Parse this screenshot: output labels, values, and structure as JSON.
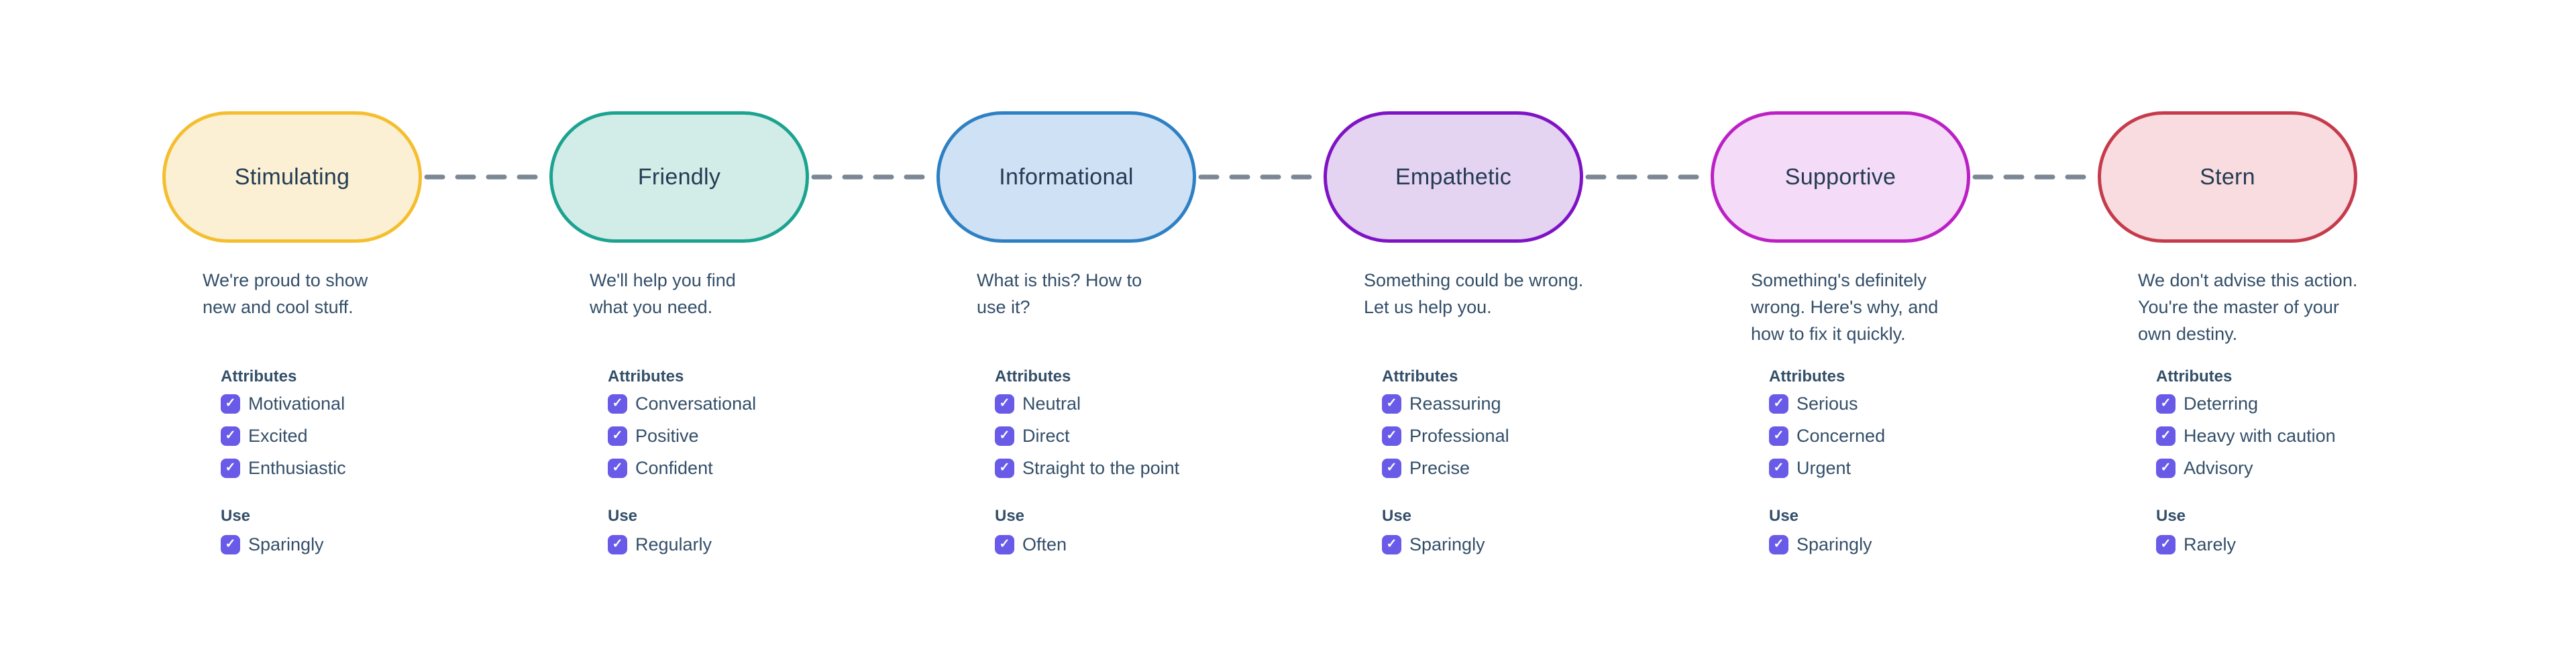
{
  "diagram": {
    "background": "#FFFFFF",
    "connector_color": "#7B8794",
    "checkbox_color": "#6A5AE8",
    "title_color": "#243B53",
    "text_color": "#334E68",
    "icons": {
      "check": "✓"
    },
    "labels": {
      "attributes": "Attributes",
      "use": "Use"
    },
    "columns": [
      {
        "title": "Stimulating",
        "border_color": "#F5BE2E",
        "fill_color": "#FBF0D3",
        "description_lines": [
          "We're proud to show",
          "new and cool stuff."
        ],
        "attributes": [
          {
            "label": "Motivational",
            "checked": true
          },
          {
            "label": "Excited",
            "checked": true
          },
          {
            "label": "Enthusiastic",
            "checked": true
          }
        ],
        "use": {
          "label": "Sparingly",
          "checked": true
        }
      },
      {
        "title": "Friendly",
        "border_color": "#1CA390",
        "fill_color": "#D2ECE8",
        "description_lines": [
          "We'll help you find",
          "what you need."
        ],
        "attributes": [
          {
            "label": "Conversational",
            "checked": true
          },
          {
            "label": "Positive",
            "checked": true
          },
          {
            "label": "Confident",
            "checked": true
          }
        ],
        "use": {
          "label": "Regularly",
          "checked": true
        }
      },
      {
        "title": "Informational",
        "border_color": "#2E80C4",
        "fill_color": "#CFE1F4",
        "description_lines": [
          "What is this? How to",
          "use it?"
        ],
        "attributes": [
          {
            "label": "Neutral",
            "checked": true
          },
          {
            "label": "Direct",
            "checked": true
          },
          {
            "label": "Straight to the point",
            "checked": true
          }
        ],
        "use": {
          "label": "Often",
          "checked": true
        }
      },
      {
        "title": "Empathetic",
        "border_color": "#7E13C6",
        "fill_color": "#E5D3F2",
        "description_lines": [
          "Something could be wrong.",
          "Let us help you."
        ],
        "attributes": [
          {
            "label": "Reassuring",
            "checked": true
          },
          {
            "label": "Professional",
            "checked": true
          },
          {
            "label": "Precise",
            "checked": true
          }
        ],
        "use": {
          "label": "Sparingly",
          "checked": true
        }
      },
      {
        "title": "Supportive",
        "border_color": "#BC20C5",
        "fill_color": "#F4DBF7",
        "description_lines": [
          "Something's definitely",
          "wrong. Here's why, and",
          "how to fix it quickly."
        ],
        "attributes": [
          {
            "label": "Serious",
            "checked": true
          },
          {
            "label": "Concerned",
            "checked": true
          },
          {
            "label": "Urgent",
            "checked": true
          }
        ],
        "use": {
          "label": "Sparingly",
          "checked": true
        }
      },
      {
        "title": "Stern",
        "border_color": "#C53B4C",
        "fill_color": "#F8DCDF",
        "description_lines": [
          "We don't advise this action.",
          "You're the master of your",
          "own destiny."
        ],
        "attributes": [
          {
            "label": "Deterring",
            "checked": true
          },
          {
            "label": "Heavy with caution",
            "checked": true
          },
          {
            "label": "Advisory",
            "checked": true
          }
        ],
        "use": {
          "label": "Rarely",
          "checked": true
        }
      }
    ]
  }
}
